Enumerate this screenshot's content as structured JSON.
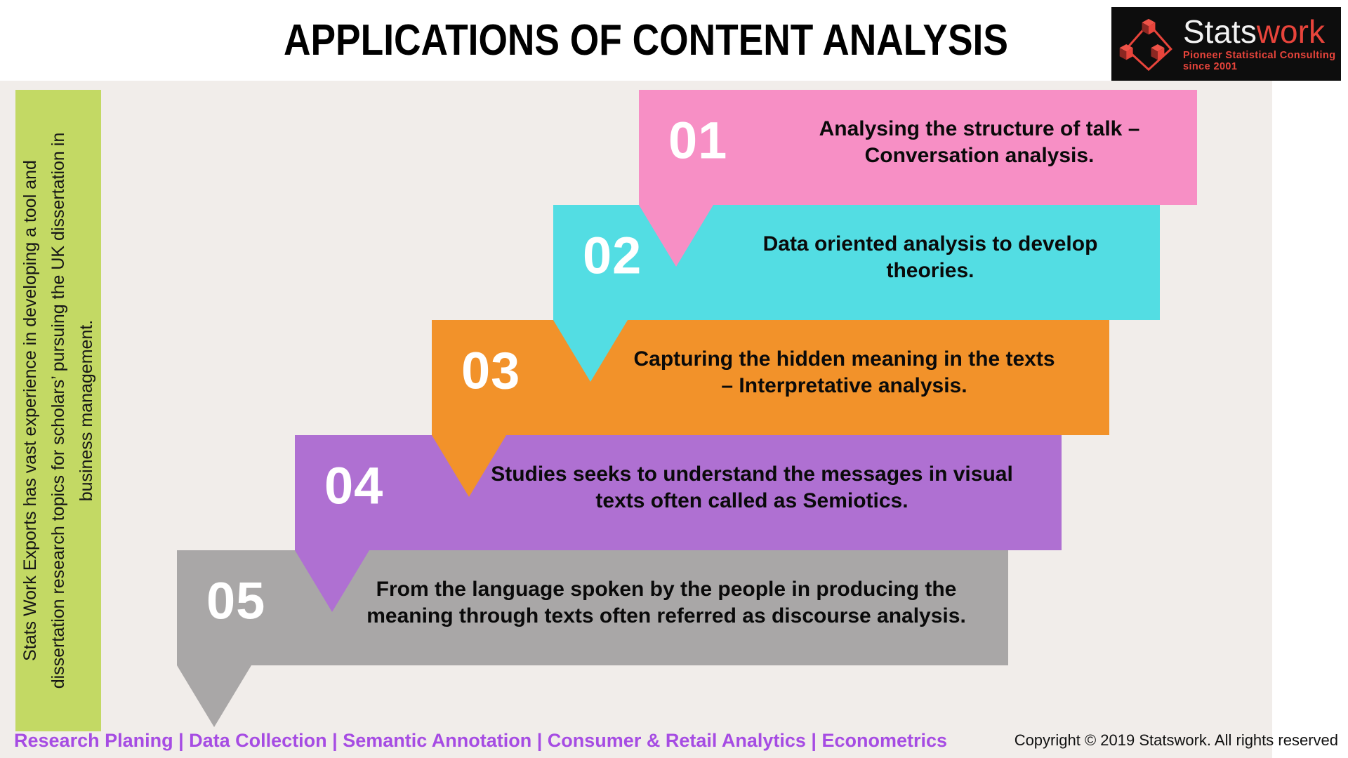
{
  "header": {
    "title": "APPLICATIONS OF CONTENT ANALYSIS",
    "logo": {
      "brand_stats": "Stats",
      "brand_work": "work",
      "tagline": "Pioneer Statistical Consulting since 2001",
      "icon": "cubes-network-icon",
      "background": "#0d0d0d",
      "accent_red": "#e8443b"
    }
  },
  "sidebar": {
    "background": "#C3D964",
    "lines": [
      "Stats Work Exports has vast experience in developing a tool and",
      "dissertation research topics for scholars’ pursuing the UK dissertation in",
      "business management."
    ]
  },
  "steps": [
    {
      "number": "01",
      "color": "#F78FC5",
      "text": "Analysing the structure of talk – Conversation analysis."
    },
    {
      "number": "02",
      "color": "#53DDE3",
      "text": "Data oriented analysis to develop theories."
    },
    {
      "number": "03",
      "color": "#F2922A",
      "text": "Capturing the hidden meaning in the texts – Interpretative analysis."
    },
    {
      "number": "04",
      "color": "#AF70D2",
      "text": "Studies seeks to understand the messages in visual texts often called as Semiotics."
    },
    {
      "number": "05",
      "color": "#A9A7A7",
      "text": "From the language spoken by the people in producing the meaning through texts often referred as discourse analysis."
    }
  ],
  "footer": {
    "services": "Research Planing | Data Collection | Semantic Annotation | Consumer & Retail Analytics | Econometrics",
    "services_color": "#A64CE3",
    "copyright": "Copyright © 2019 Statswork. All rights reserved"
  },
  "colors": {
    "page_background": "#ffffff",
    "content_background": "#F1EDEA"
  }
}
